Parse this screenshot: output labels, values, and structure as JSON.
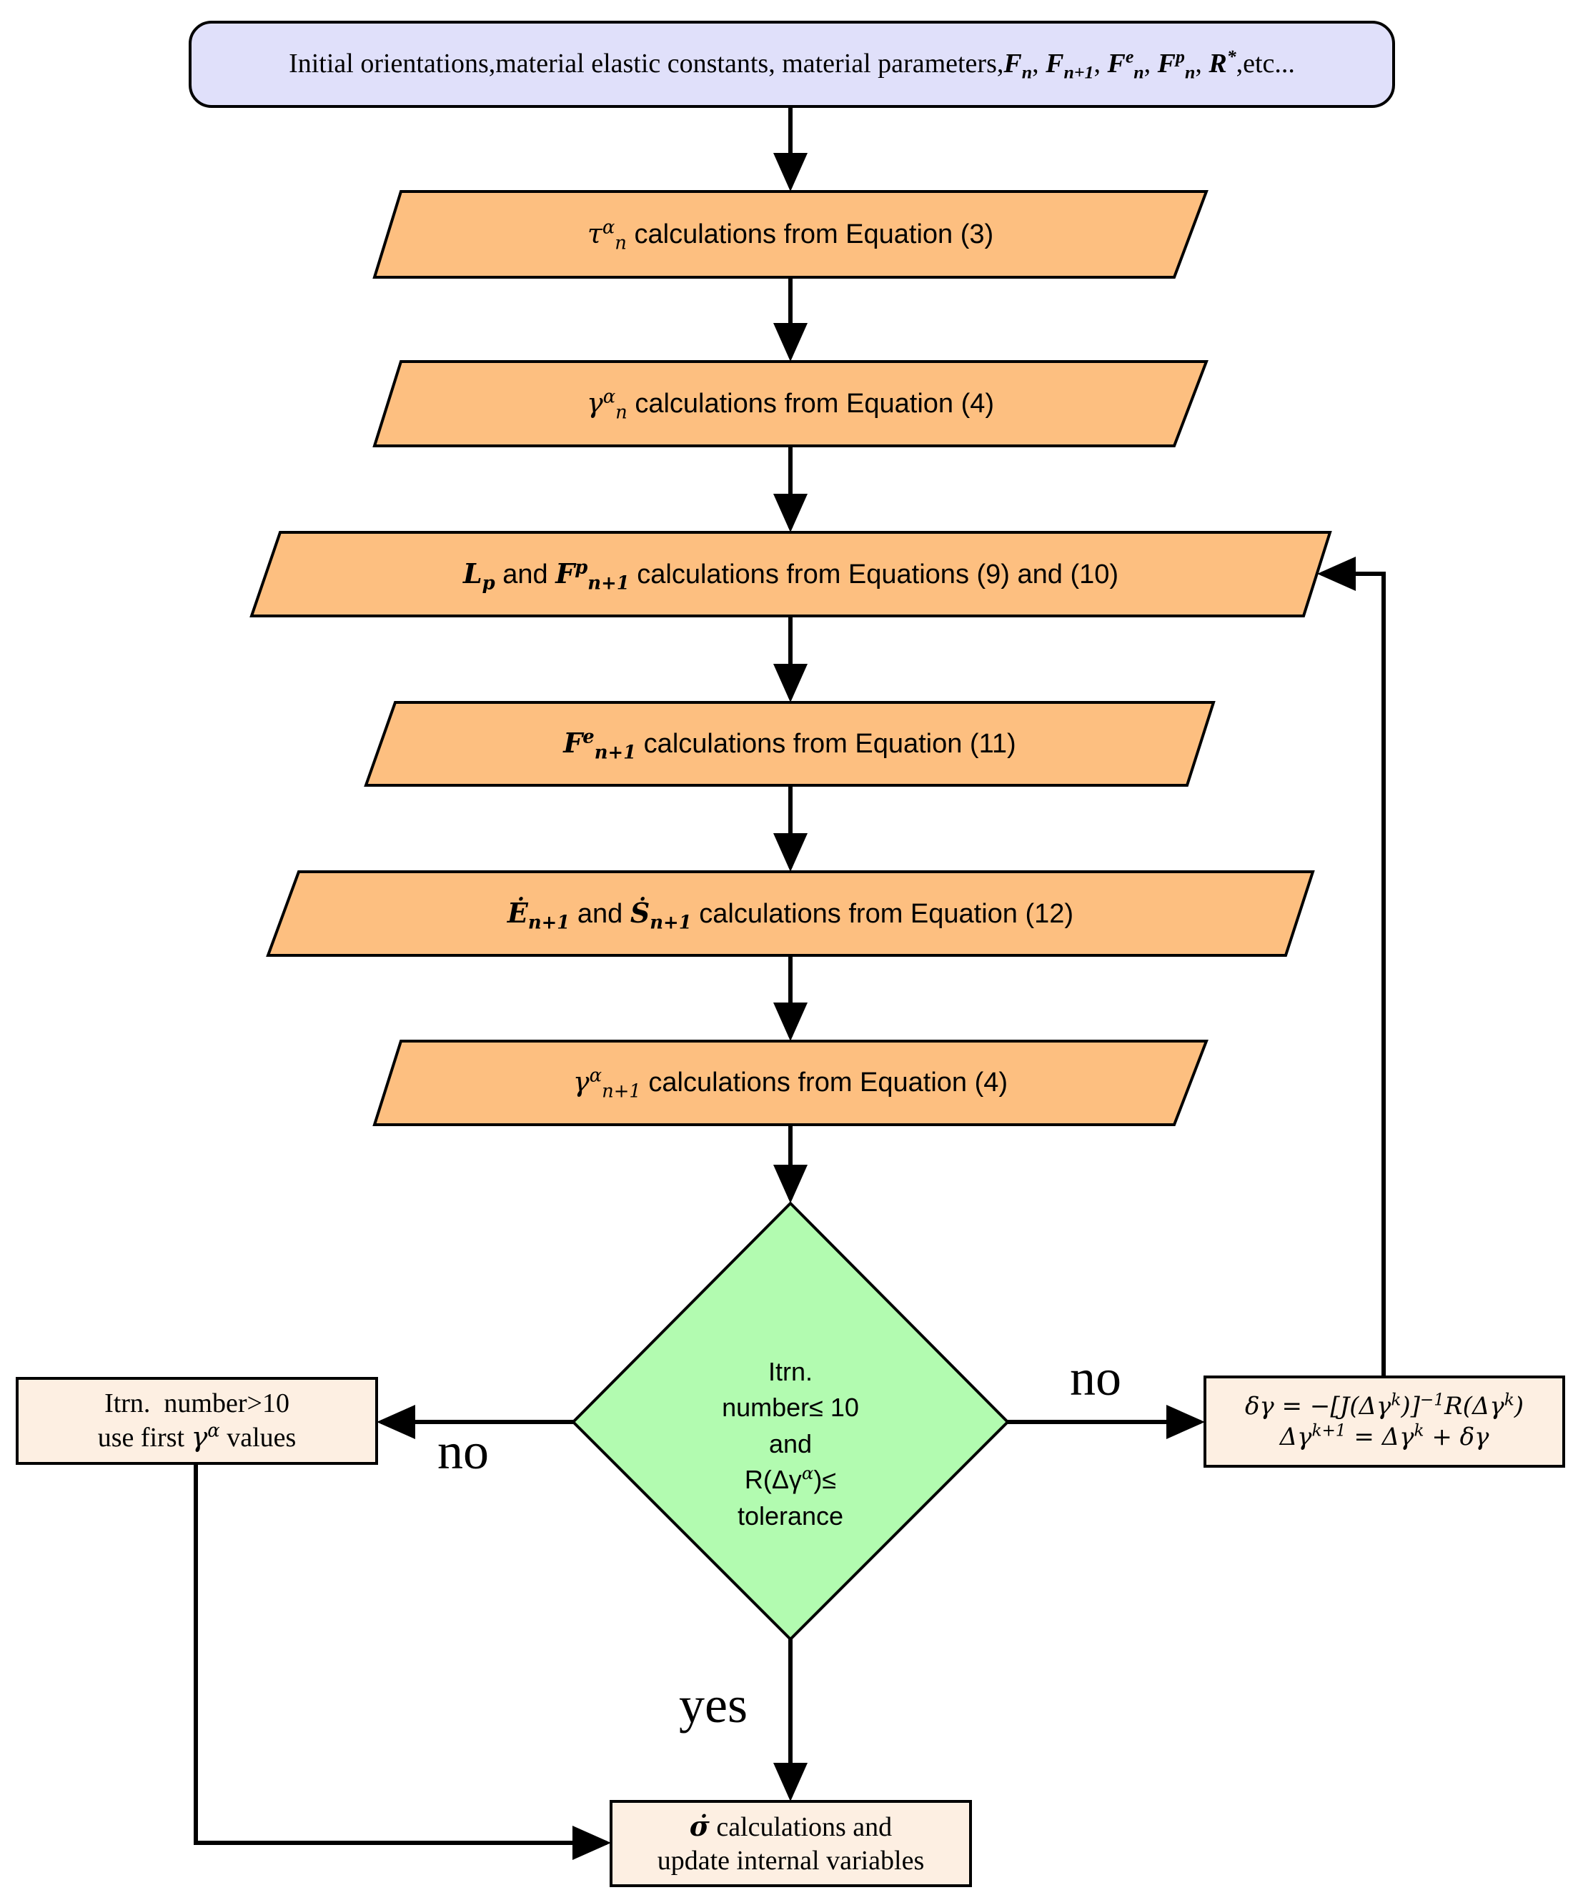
{
  "diagram": {
    "start": {
      "lead": "Initial orientations,material elastic constants, material parameters,",
      "symbols": [
        {
          "base": "F",
          "sub": "n",
          "sup": ""
        },
        {
          "base": "F",
          "sub": "n+1",
          "sup": ""
        },
        {
          "base": "F",
          "sub": "n",
          "sup": "e"
        },
        {
          "base": "F",
          "sub": "n",
          "sup": "p"
        },
        {
          "base": "R",
          "sub": "",
          "sup": "*"
        }
      ],
      "tail": ",etc..."
    },
    "steps": [
      {
        "sym": "τ",
        "sub": "n",
        "sup": "α",
        "text": " calculations from Equation (3)"
      },
      {
        "sym": "γ",
        "sub": "n",
        "sup": "α",
        "text": " calculations from Equation (4)"
      },
      {
        "sym1": "L",
        "sub1": "p",
        "mid": " and ",
        "sym2": "F",
        "sub2": "n+1",
        "sup2": "p",
        "text": " calculations from Equations (9) and (10)"
      },
      {
        "sym": "F",
        "sub": "n+1",
        "sup": "e",
        "text": " calculations from Equation (11)"
      },
      {
        "sym1": "Ė",
        "sub1": "n+1",
        "mid": " and ",
        "sym2": "Ṡ",
        "sub2": "n+1",
        "text": " calculations from Equation (12)"
      },
      {
        "sym": "γ",
        "sub": "n+1",
        "sup": "α",
        "text": " calculations from Equation (4)"
      }
    ],
    "decision": {
      "line1": "Itrn.",
      "line2": "number≤ 10",
      "line3": "and",
      "line4": "R(Δγ",
      "line4_sup": "α",
      "line4_tail": ")≤",
      "line5": "tolerance"
    },
    "left_box": {
      "line1": "Itrn.  number>10",
      "line2_pre": "use first ",
      "line2_sym": "γ",
      "line2_sup": "α",
      "line2_post": " values"
    },
    "right_box": {
      "line1": "δγ = −[J(Δγ",
      "line1_sup": "k",
      "line1_mid": ")]",
      "line1_sup2": "−1",
      "line1_tail": "R(Δγ",
      "line1_sup3": "k",
      "line1_end": ")",
      "line2": "Δγ",
      "line2_sup": "k+1",
      "line2_mid": " = Δγ",
      "line2_sup2": "k",
      "line2_tail": " + δγ"
    },
    "end_box": {
      "sym": "σ̇",
      "line1": " calculations and",
      "line2": "update internal variables"
    },
    "edge_labels": {
      "left_no": "no",
      "right_no": "no",
      "yes": "yes"
    },
    "colors": {
      "start_fill": "#e0e0fa",
      "step_fill": "#fdbf80",
      "decision_fill": "#b2fbb0",
      "box_fill": "#fdefe2",
      "stroke": "#000000"
    }
  }
}
